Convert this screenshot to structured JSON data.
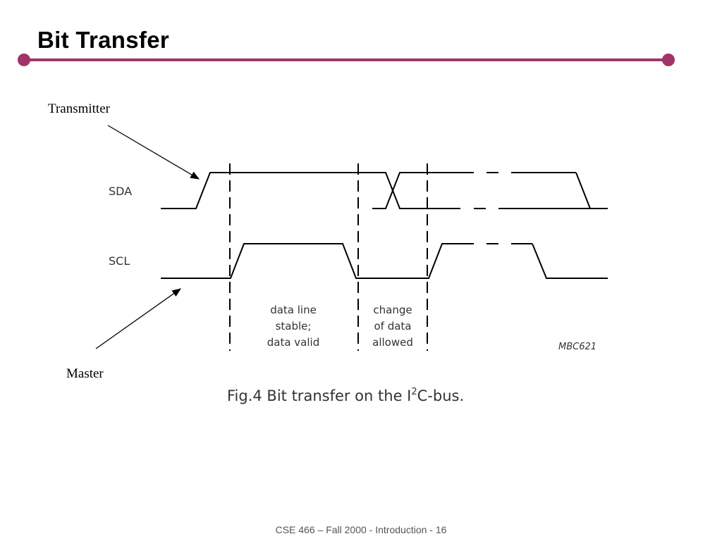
{
  "slide": {
    "title": "Bit Transfer",
    "accent_color": "#a0336a",
    "footer": "CSE 466 – Fall 2000 - Introduction - 16"
  },
  "diagram": {
    "annotations": {
      "transmitter": "Transmitter",
      "master": "Master"
    },
    "signals": {
      "sda": "SDA",
      "scl": "SCL"
    },
    "regions": {
      "stable": [
        "data line",
        "stable;",
        "data valid"
      ],
      "change": [
        "change",
        "of data",
        "allowed"
      ]
    },
    "figure_code": "MBC621",
    "caption": {
      "prefix": "Fig.4  Bit transfer on the I",
      "superscript": "2",
      "suffix": "C-bus."
    }
  }
}
